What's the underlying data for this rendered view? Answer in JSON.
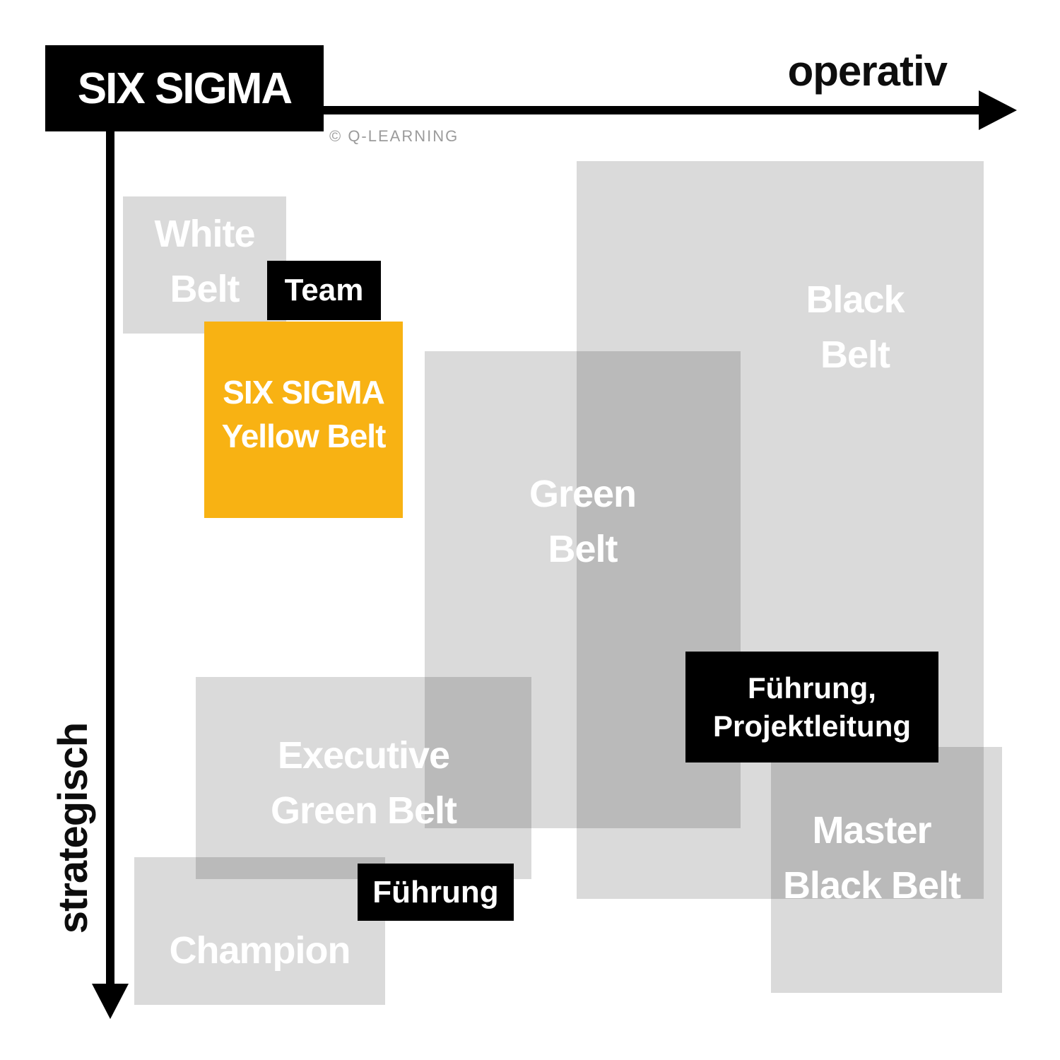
{
  "diagram": {
    "title": "SIX SIGMA",
    "copyright": "© Q-LEARNING",
    "x_axis_label": "operativ",
    "y_axis_label": "strategisch"
  },
  "belts": {
    "white": {
      "lines": [
        "White",
        "Belt"
      ]
    },
    "yellow": {
      "lines": [
        "SIX SIGMA",
        "Yellow Belt"
      ]
    },
    "green": {
      "lines": [
        "Green",
        "Belt"
      ]
    },
    "black": {
      "lines": [
        "Black",
        "Belt"
      ]
    },
    "executive_green": {
      "lines": [
        "Executive",
        "Green Belt"
      ]
    },
    "champion": {
      "lines": [
        "Champion"
      ]
    },
    "master_black": {
      "lines": [
        "Master",
        "Black Belt"
      ]
    }
  },
  "role_tags": {
    "team": "Team",
    "fuehrung": "Führung",
    "fuehrung_projektleitung_lines": [
      "Führung,",
      "Projektleitung"
    ]
  },
  "colors": {
    "accent_yellow": "#F8B213",
    "tag_background": "#000000",
    "belt_box_gray": "#DADADA",
    "belt_box_overlap_gray": "#BBBBBB",
    "belt_text_white": "#FFFFFF",
    "axis_black": "#000000",
    "copyright_gray": "#9B9B9B"
  }
}
